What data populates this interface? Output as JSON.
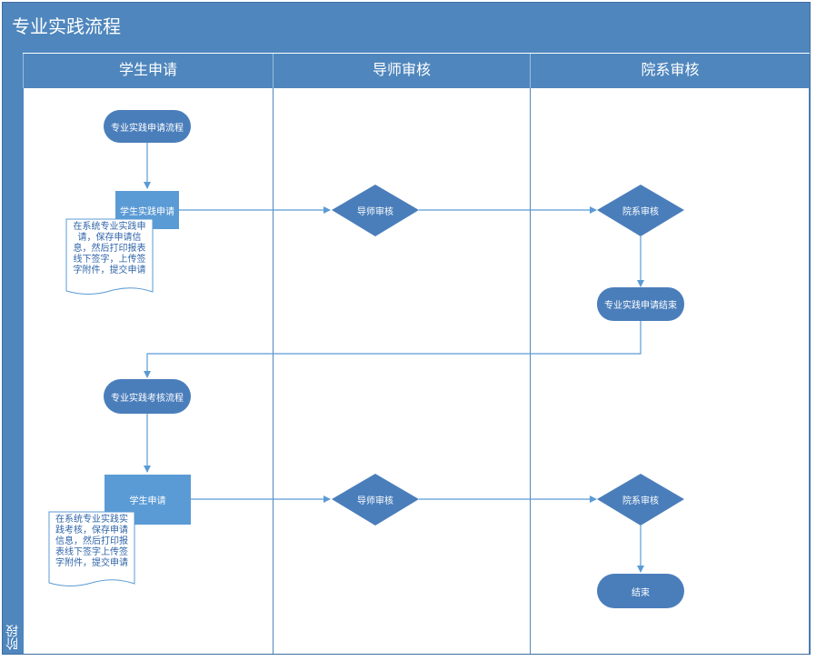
{
  "title": "专业实践流程",
  "phase_label": "阶段",
  "lanes": [
    {
      "label": "学生申请"
    },
    {
      "label": "导师审核"
    },
    {
      "label": "院系审核"
    }
  ],
  "nodes": {
    "start_apply": "专业实践申请流程",
    "student_apply_1": "学生实践申请",
    "tutor_review_1": "导师审核",
    "dept_review_1": "院系审核",
    "apply_end": "专业实践申请结束",
    "start_assess": "专业实践考核流程",
    "student_apply_2": "学生申请",
    "tutor_review_2": "导师审核",
    "dept_review_2": "院系审核",
    "end": "结束"
  },
  "notes": {
    "note_1": "在系统专业实践申请，保存申请信息，然后打印报表线下签字，上传签字附件，提交申请",
    "note_2": "在系统专业实践实践考核，保存申请信息，然后打印报表线下签字上传签字附件，提交申请"
  },
  "colors": {
    "header": "#4f86bd",
    "node_fill": "#4a7ebb",
    "rect_fill": "#5b9bd5",
    "line": "#5b9bd5",
    "note_text": "#2f64a8"
  }
}
